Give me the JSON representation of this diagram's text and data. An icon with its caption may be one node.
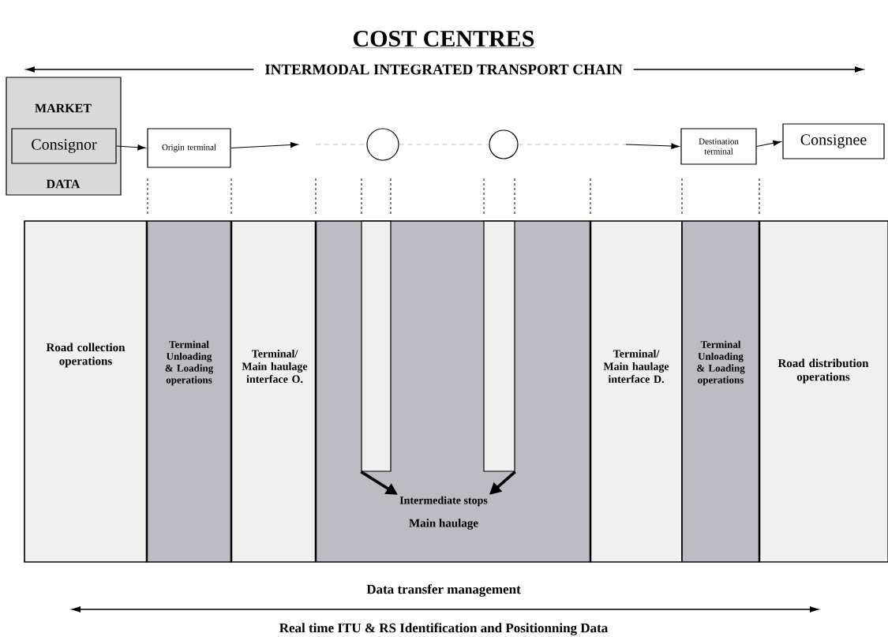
{
  "diagram": {
    "title": "COST CENTRES",
    "nodes": [
      {
        "text": [
          "MARKET",
          "DATA"
        ]
      },
      {
        "text": [
          "Consignor"
        ],
        "in": 0
      },
      {
        "text": [
          "Origin terminal"
        ]
      },
      {
        "text": [],
        "shape": "circle"
      },
      {
        "text": [],
        "shape": "circle"
      },
      {
        "text": [
          "Destination terminal"
        ]
      },
      {
        "text": [
          "Consignee"
        ]
      },
      {
        "text": [
          "Road collection operations"
        ]
      },
      {
        "text": [
          "Terminal Unloading & Loading operations"
        ]
      },
      {
        "text": [
          "Terminal/ Main haulage interface O."
        ]
      },
      {
        "text": [
          "Main haulage"
        ]
      },
      {
        "text": [],
        "shape": "bar",
        "in": 10
      },
      {
        "text": [],
        "shape": "bar",
        "in": 10
      },
      {
        "text": [
          "Intermediate stops"
        ],
        "in": 10
      },
      {
        "text": [
          "Terminal/ Main haulage interface D."
        ]
      },
      {
        "text": [
          "Terminal Unloading & Loading operations"
        ]
      },
      {
        "text": [
          "Road distribution operations"
        ]
      }
    ],
    "edges": [
      {
        "from": 1,
        "to": 2,
        "arrow": "to"
      },
      {
        "from": 2,
        "to": null,
        "arrow": "to"
      },
      {
        "from": null,
        "to": 3,
        "arrow": "none",
        "style": "dashed",
        "color": "#b0b0b0"
      },
      {
        "from": 3,
        "to": 4,
        "arrow": "none",
        "style": "dashed",
        "color": "#b0b0b0"
      },
      {
        "from": 4,
        "to": null,
        "arrow": "none",
        "style": "dashed",
        "color": "#b0b0b0"
      },
      {
        "from": null,
        "to": 5,
        "arrow": "to"
      },
      {
        "from": 5,
        "to": 6,
        "arrow": "to"
      },
      {
        "from": 11,
        "to": 13,
        "arrow": "to",
        "style": "thick"
      },
      {
        "from": 12,
        "to": 13,
        "arrow": "to",
        "style": "thick"
      }
    ],
    "labels": [
      "INTERMODAL INTEGRATED TRANSPORT CHAIN",
      "Data transfer management",
      "Real time ITU & RS Identification and Positionning Data"
    ]
  }
}
